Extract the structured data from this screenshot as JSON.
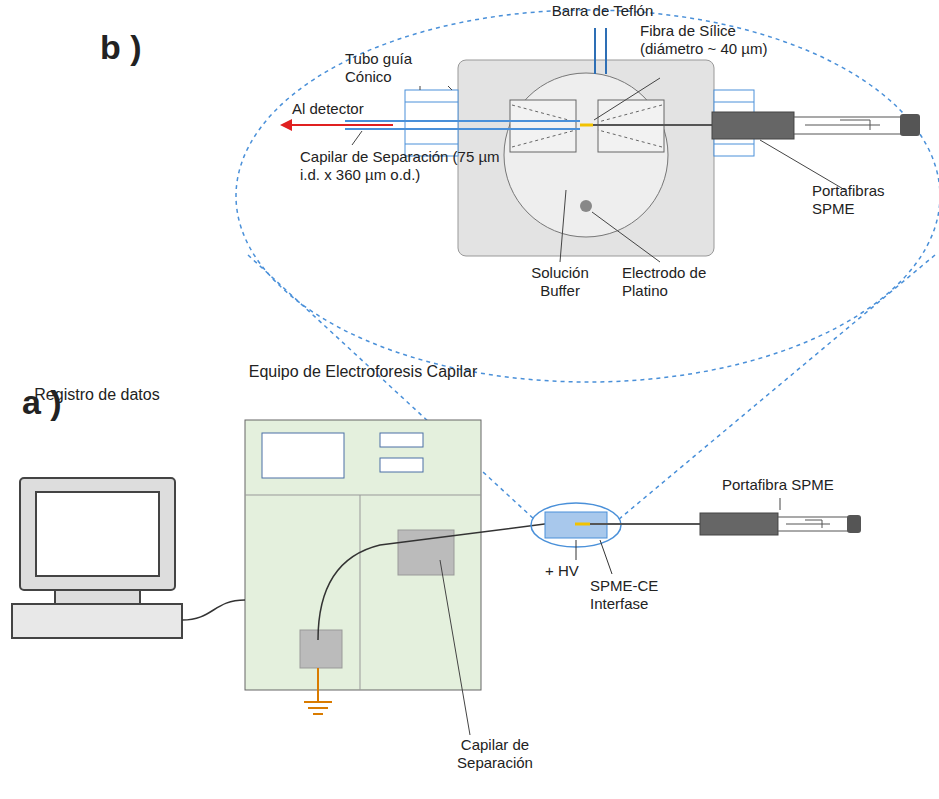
{
  "diagram": {
    "nodes": [
      {
        "text": [
          "Registro de datos"
        ]
      },
      {
        "text": [
          "Equipo de Electroforesis Capilar"
        ]
      }
    ],
    "edges": [
      {
        "from": 0,
        "to": 1,
        "arrow": "none"
      }
    ],
    "labels": [
      "b )",
      "Tubo guía Cónico",
      "Barra de Teflón",
      "Fibra de Sílice (diámetro ~ 40 µm)",
      "Al detector",
      "Capilar de Separación (75 µm i.d. x 360 µm o.d.)",
      "Solución Buffer",
      "Electrodo de Platino",
      "Portafibras SPME",
      "a )",
      "Portafibra SPME",
      "+ HV",
      "SPME-CE Interfase",
      "Capilar de Separación"
    ]
  }
}
